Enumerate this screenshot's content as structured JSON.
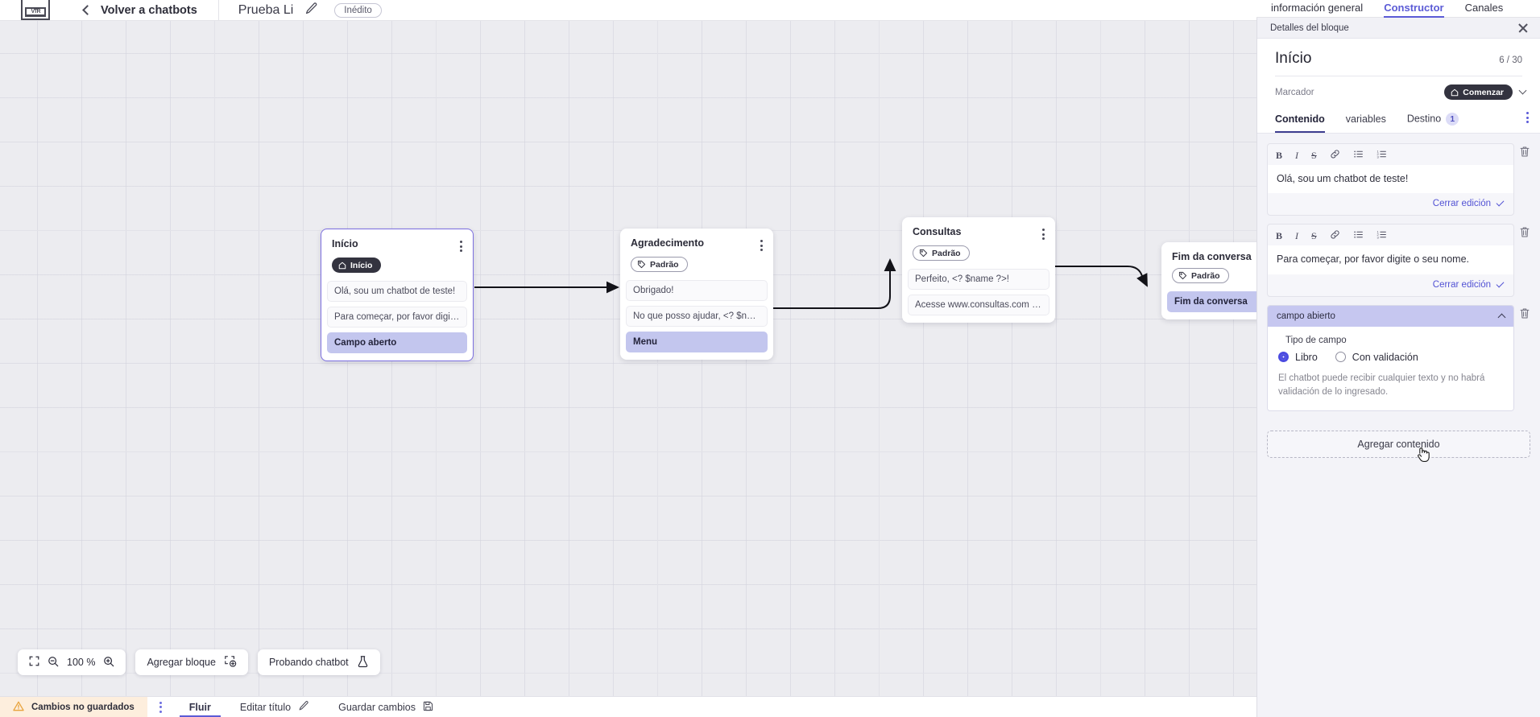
{
  "header": {
    "logo_name": "vtex-logo",
    "back_label": "Volver a chatbots",
    "bot_title": "Prueba Li",
    "edit_title_icon": "pencil-icon",
    "status_chip": "Inédito",
    "tabs": [
      {
        "label": "información general",
        "active": false
      },
      {
        "label": "Constructor",
        "active": true
      },
      {
        "label": "Canales",
        "active": false
      }
    ]
  },
  "canvas": {
    "nodes": [
      {
        "title": "Início",
        "tag": "Início",
        "tag_type": "start",
        "tag_icon": "home-icon",
        "selected": true,
        "messages": [
          {
            "text": "Olá, sou um chatbot de teste!",
            "highlight": false
          },
          {
            "text": "Para começar, por favor digite o ...",
            "highlight": false
          },
          {
            "text": "Campo aberto",
            "highlight": true
          }
        ]
      },
      {
        "title": "Agradecimento",
        "tag": "Padrão",
        "tag_type": "default",
        "tag_icon": "tag-icon",
        "selected": false,
        "messages": [
          {
            "text": "Obrigado!",
            "highlight": false
          },
          {
            "text": "No que posso ajudar, <? $name ...",
            "highlight": false
          },
          {
            "text": "Menu",
            "highlight": true
          }
        ]
      },
      {
        "title": "Consultas",
        "tag": "Padrão",
        "tag_type": "default",
        "tag_icon": "tag-icon",
        "selected": false,
        "messages": [
          {
            "text": "Perfeito, <? $name ?>!",
            "highlight": false
          },
          {
            "text": "Acesse www.consultas.com par...",
            "highlight": false
          }
        ]
      },
      {
        "title": "Fim da conversa",
        "tag": "Padrão",
        "tag_type": "default",
        "tag_icon": "tag-icon",
        "selected": false,
        "messages": [
          {
            "text": "Fim da conversa",
            "highlight": true
          }
        ]
      }
    ],
    "toolbar": {
      "fit_icon": "fit-screen-icon",
      "zoom_out_icon": "zoom-out-icon",
      "zoom_level": "100 %",
      "zoom_in_icon": "zoom-in-icon",
      "add_block_label": "Agregar bloque",
      "add_block_icon": "add-block-icon",
      "test_label": "Probando chatbot",
      "test_icon": "flask-icon"
    }
  },
  "statusbar": {
    "unsaved_label": "Cambios no guardados",
    "warning_icon": "warning-triangle-icon",
    "kebab_icon": "kebab-menu-icon",
    "flow_label": "Fluir",
    "edit_title_label": "Editar título",
    "edit_title_icon": "pencil-icon",
    "save_label": "Guardar cambios",
    "save_icon": "floppy-disk-icon"
  },
  "panel": {
    "bar_title": "Detalles del bloque",
    "close_icon": "close-icon",
    "block_title": "Início",
    "block_count": "6 / 30",
    "marker_label": "Marcador",
    "marker_value": "Comenzar",
    "marker_icon": "home-icon",
    "marker_chevron": "chevron-down-icon",
    "tabs": [
      {
        "label": "Contenido",
        "active": true,
        "badge": null
      },
      {
        "label": "variables",
        "active": false,
        "badge": null
      },
      {
        "label": "Destino",
        "active": false,
        "badge": "1"
      }
    ],
    "tabs_kebab_icon": "kebab-menu-icon",
    "format_tools": [
      {
        "icon": "bold-icon",
        "glyph": "B"
      },
      {
        "icon": "italic-icon",
        "glyph": "I"
      },
      {
        "icon": "strikethrough-icon",
        "glyph": "S"
      },
      {
        "icon": "link-icon",
        "glyph": ""
      },
      {
        "icon": "bullet-list-icon",
        "glyph": ""
      },
      {
        "icon": "numbered-list-icon",
        "glyph": ""
      }
    ],
    "editors": [
      {
        "text": "Olá, sou um chatbot de teste!",
        "close_label": "Cerrar edición",
        "delete_icon": "trash-icon"
      },
      {
        "text": "Para começar, por favor digite o seu nome.",
        "close_label": "Cerrar edición",
        "delete_icon": "trash-icon"
      }
    ],
    "field": {
      "header_label": "campo abierto",
      "collapse_icon": "chevron-up-icon",
      "delete_icon": "trash-icon",
      "legend": "Tipo de campo",
      "options": [
        {
          "label": "Libro",
          "selected": true
        },
        {
          "label": "Con validación",
          "selected": false
        }
      ],
      "help_text": "El chatbot puede recibir cualquier texto y no habrá validación de lo ingresado."
    },
    "add_content_label": "Agregar contenido",
    "cursor_icon": "pointer-cursor-icon"
  },
  "colors": {
    "accent": "#5b5bd6",
    "highlight": "#c3c6ee",
    "canvas_bg": "#ececf0",
    "warning_bg": "#fdeedd"
  }
}
